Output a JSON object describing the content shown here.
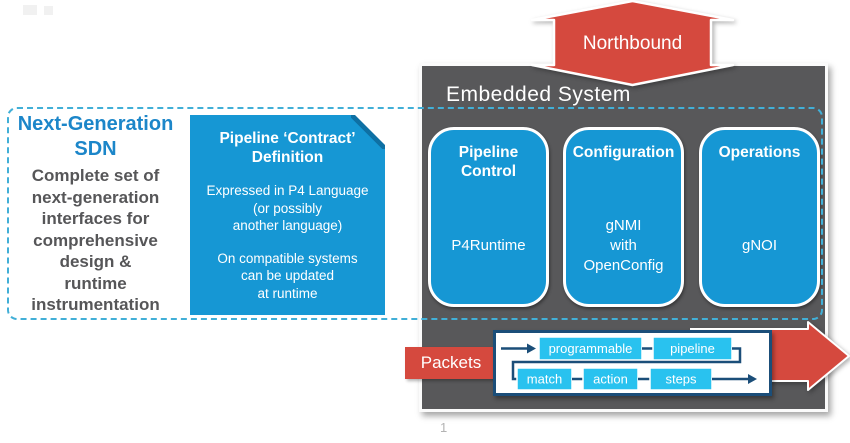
{
  "page": {
    "number": "1"
  },
  "left_panel": {
    "title_line1": "Next-Generation",
    "title_line2": "SDN",
    "body_lines": [
      "Complete set of",
      "next-generation",
      "interfaces for",
      "comprehensive",
      "design &",
      "runtime",
      "instrumentation"
    ]
  },
  "contract_box": {
    "title_line1": "Pipeline ‘Contract’",
    "title_line2": "Definition",
    "para1_lines": [
      "Expressed in P4 Language",
      "(or possibly",
      "another language)"
    ],
    "para2_lines": [
      "On compatible systems",
      "can be updated",
      "at runtime"
    ]
  },
  "embedded_system": {
    "title": "Embedded System",
    "cards": [
      {
        "title_line1": "Pipeline",
        "title_line2": "Control",
        "value_line1": "P4Runtime",
        "value_line2": "",
        "value_line3": ""
      },
      {
        "title_line1": "Configuration",
        "title_line2": "",
        "value_line1": "gNMI",
        "value_line2": "with",
        "value_line3": "OpenConfig"
      },
      {
        "title_line1": "Operations",
        "title_line2": "",
        "value_line1": "gNOI",
        "value_line2": "",
        "value_line3": ""
      }
    ]
  },
  "northbound_arrow": {
    "label": "Northbound"
  },
  "packets": {
    "label": "Packets"
  },
  "pipeline_flow": {
    "top_row": [
      "programmable",
      "pipeline"
    ],
    "bottom_row": [
      "match",
      "action",
      "steps"
    ]
  },
  "colors": {
    "box_blue": "#1697D4",
    "heading_blue": "#1C86C9",
    "dark_gray": "#58585A",
    "red": "#D5493E",
    "cyan": "#29C2EF",
    "navy": "#1B4E79",
    "dashed_teal": "#41AFD7"
  }
}
